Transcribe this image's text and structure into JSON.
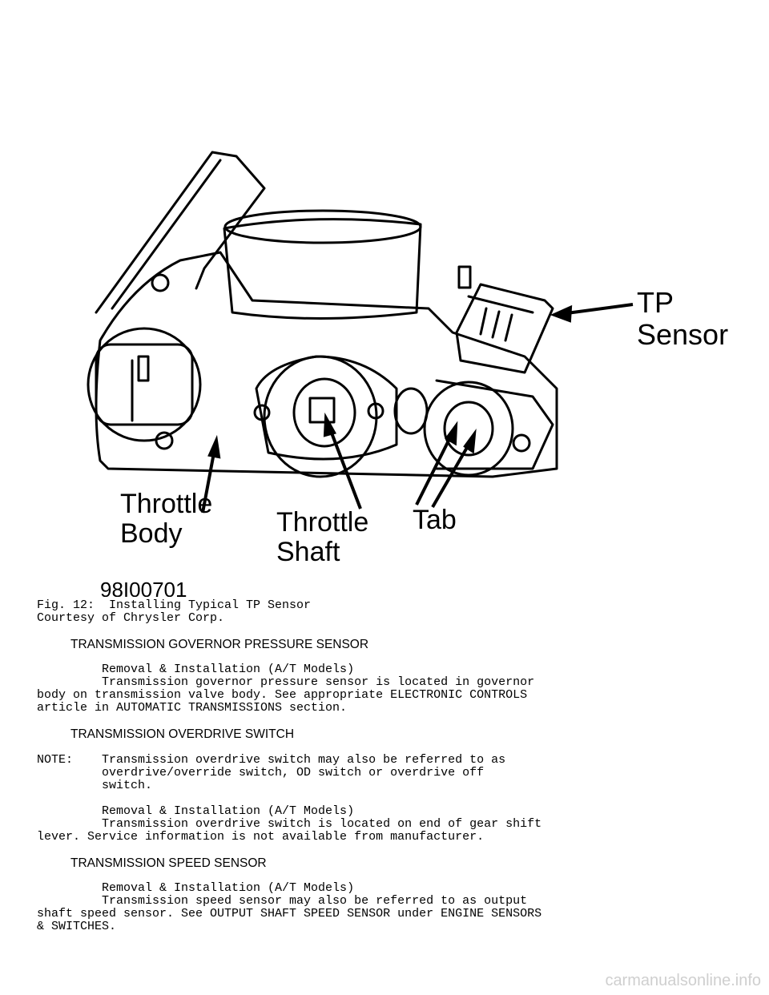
{
  "figure": {
    "labels": {
      "tp_line1": "TP",
      "tp_line2": "Sensor",
      "throttle_body_line1": "Throttle",
      "throttle_body_line2": "Body",
      "throttle_shaft_line1": "Throttle",
      "throttle_shaft_line2": "Shaft",
      "tab": "Tab",
      "image_code": "98I00701"
    },
    "caption_line1": "Fig. 12:  Installing Typical TP Sensor",
    "caption_line2": "Courtesy of Chrysler Corp."
  },
  "sections": {
    "gov": {
      "heading": "TRANSMISSION GOVERNOR PRESSURE SENSOR",
      "subheading": "         Removal & Installation (A/T Models)",
      "body": "         Transmission governor pressure sensor is located in governor\nbody on transmission valve body. See appropriate ELECTRONIC CONTROLS\narticle in AUTOMATIC TRANSMISSIONS section."
    },
    "od": {
      "heading": "TRANSMISSION OVERDRIVE SWITCH",
      "note": "NOTE:    Transmission overdrive switch may also be referred to as\n         overdrive/override switch, OD switch or overdrive off\n         switch.",
      "subheading": "         Removal & Installation (A/T Models)",
      "body": "         Transmission overdrive switch is located on end of gear shift\nlever. Service information is not available from manufacturer."
    },
    "speed": {
      "heading": "TRANSMISSION SPEED SENSOR",
      "subheading": "         Removal & Installation (A/T Models)",
      "body": "         Transmission speed sensor may also be referred to as output\nshaft speed sensor. See OUTPUT SHAFT SPEED SENSOR under ENGINE SENSORS\n& SWITCHES."
    }
  },
  "watermark": "carmanualsonline.info"
}
